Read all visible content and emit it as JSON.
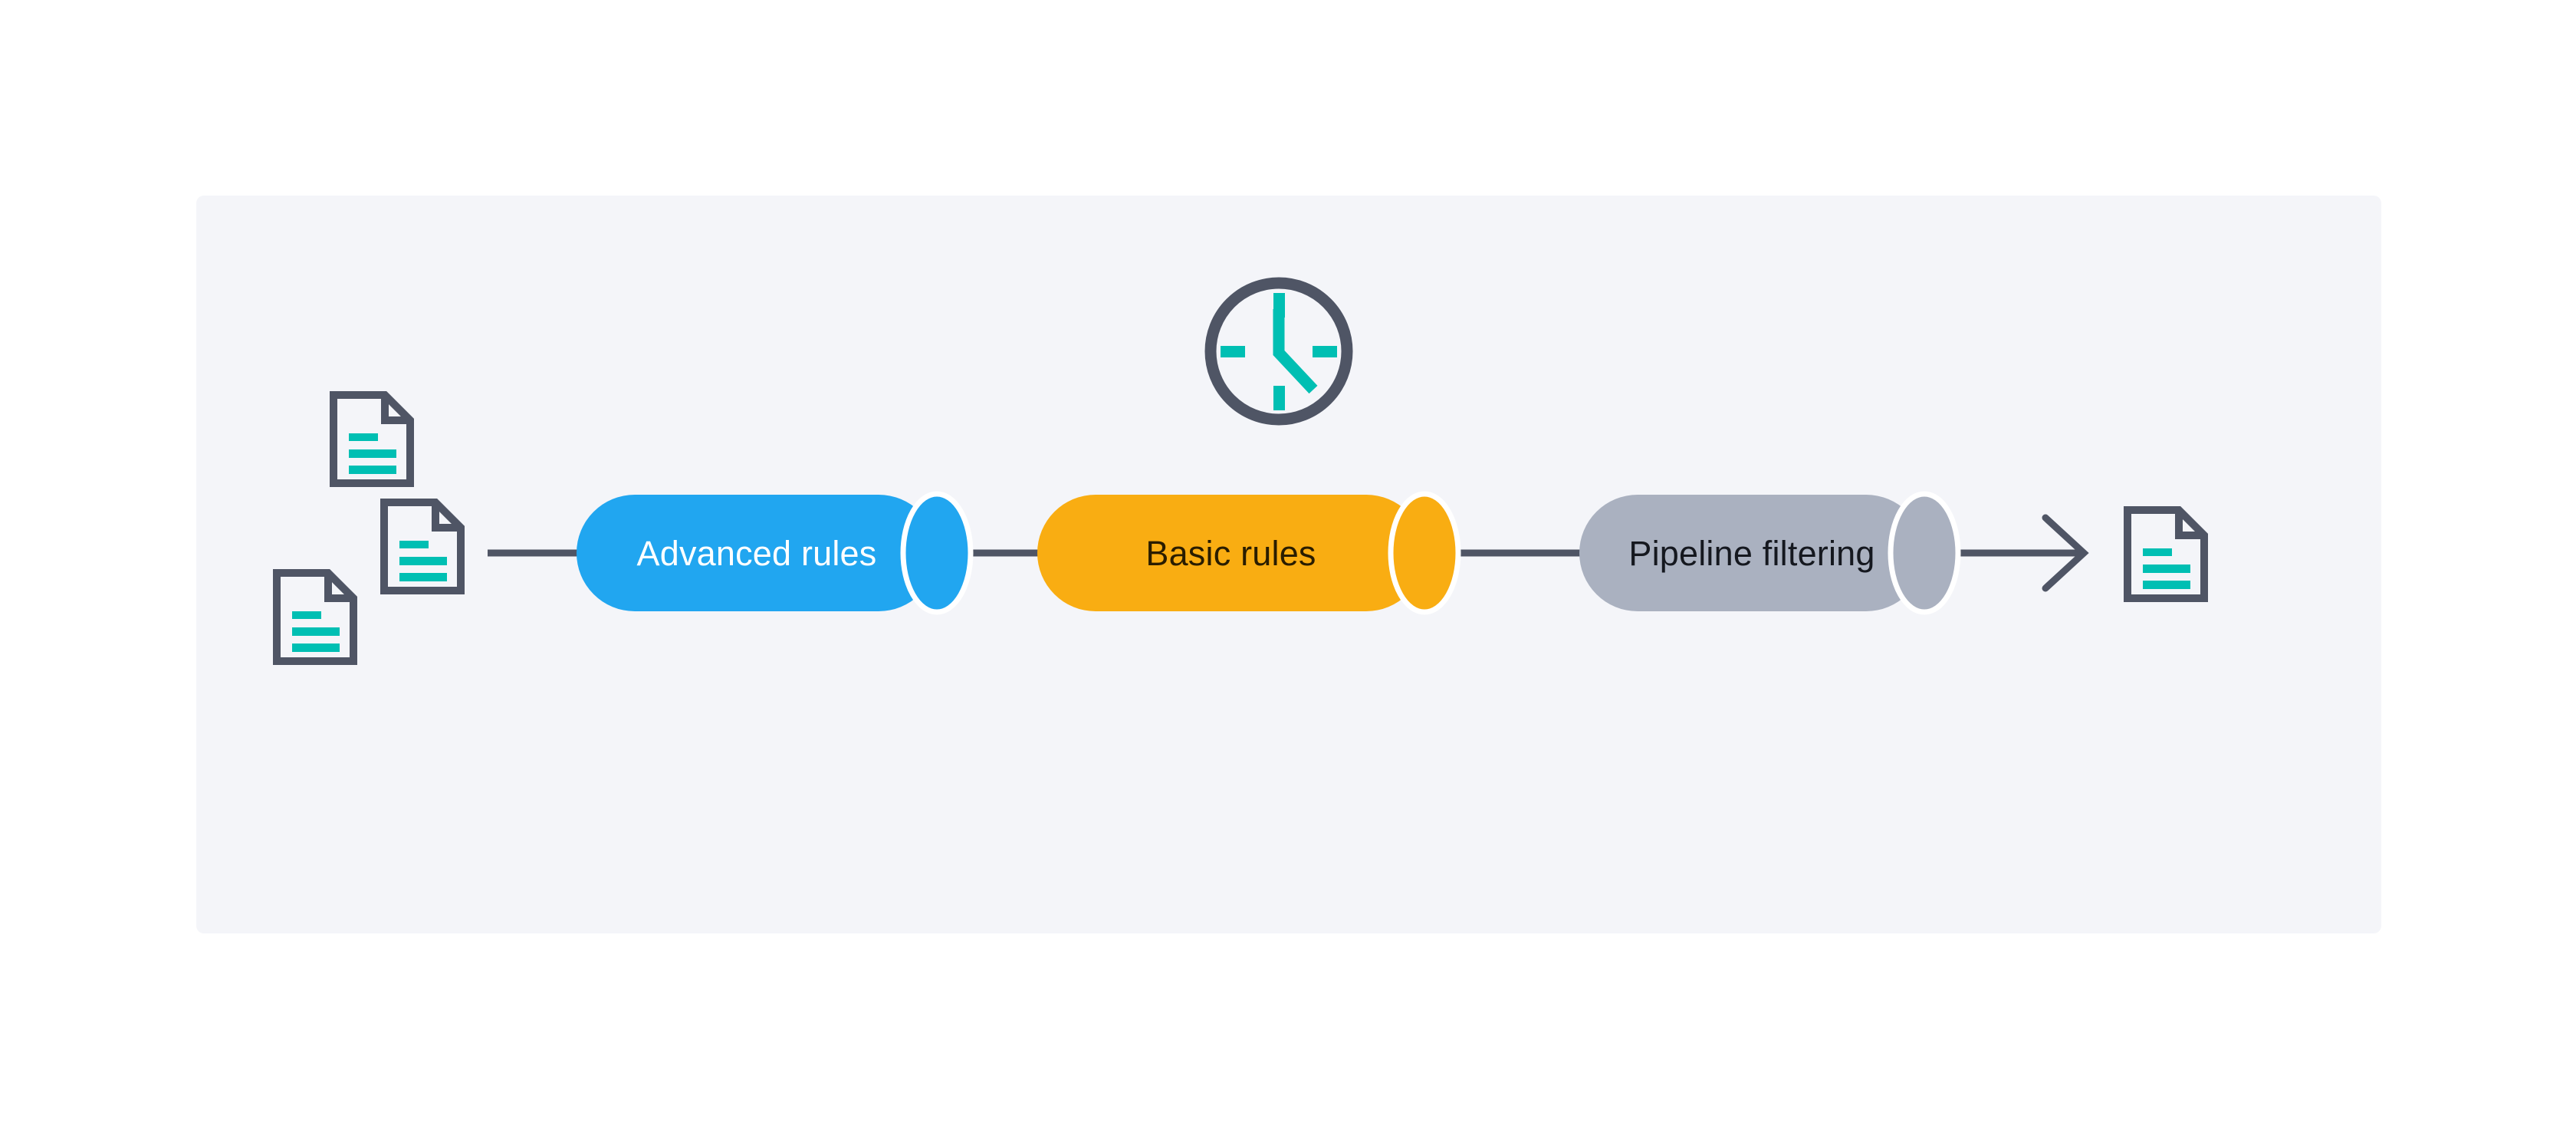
{
  "diagram": {
    "type": "pipeline-flow",
    "title": "",
    "panel": {
      "background_color": "#f4f5f9",
      "corner_radius": 10
    },
    "colors": {
      "stroke_dark": "#4f5565",
      "accent_teal": "#00bfb3",
      "node_blue": "#21a6f0",
      "node_orange": "#f9ad12",
      "node_gray": "#aab1c0",
      "label_light": "#ffffff",
      "label_dark_on_orange": "#2a1d00",
      "label_dark_on_gray": "#15181f",
      "panel_bg": "#f4f5f9",
      "page_bg": "#ffffff"
    },
    "nodes": [
      {
        "id": "advanced-rules",
        "label": "Advanced rules",
        "shape": "cylinder",
        "fill": "#21a6f0",
        "text_color": "#ffffff"
      },
      {
        "id": "basic-rules",
        "label": "Basic rules",
        "shape": "cylinder",
        "fill": "#f9ad12",
        "text_color": "#2a1d00"
      },
      {
        "id": "pipeline-filtering",
        "label": "Pipeline filtering",
        "shape": "cylinder",
        "fill": "#aab1c0",
        "text_color": "#15181f"
      }
    ],
    "input_documents": [
      {
        "id": "input-doc-1",
        "lines": 3
      },
      {
        "id": "input-doc-2",
        "lines": 3
      },
      {
        "id": "input-doc-3",
        "lines": 3
      }
    ],
    "output_documents": [
      {
        "id": "output-doc-1",
        "lines": 3
      }
    ],
    "icons": [
      {
        "id": "clock-icon",
        "name": "clock-icon",
        "hands": "minute-at-12, hour-at-4-30"
      }
    ],
    "connectors": [
      {
        "id": "connector-input-to-advanced",
        "from": "input-documents",
        "to": "advanced-rules",
        "arrow_head": false
      },
      {
        "id": "connector-advanced-to-basic",
        "from": "advanced-rules",
        "to": "basic-rules",
        "arrow_head": false
      },
      {
        "id": "connector-basic-to-pipeline",
        "from": "basic-rules",
        "to": "pipeline-filtering",
        "arrow_head": false
      },
      {
        "id": "connector-pipeline-to-output",
        "from": "pipeline-filtering",
        "to": "output-doc-1",
        "arrow_head": true
      }
    ]
  }
}
